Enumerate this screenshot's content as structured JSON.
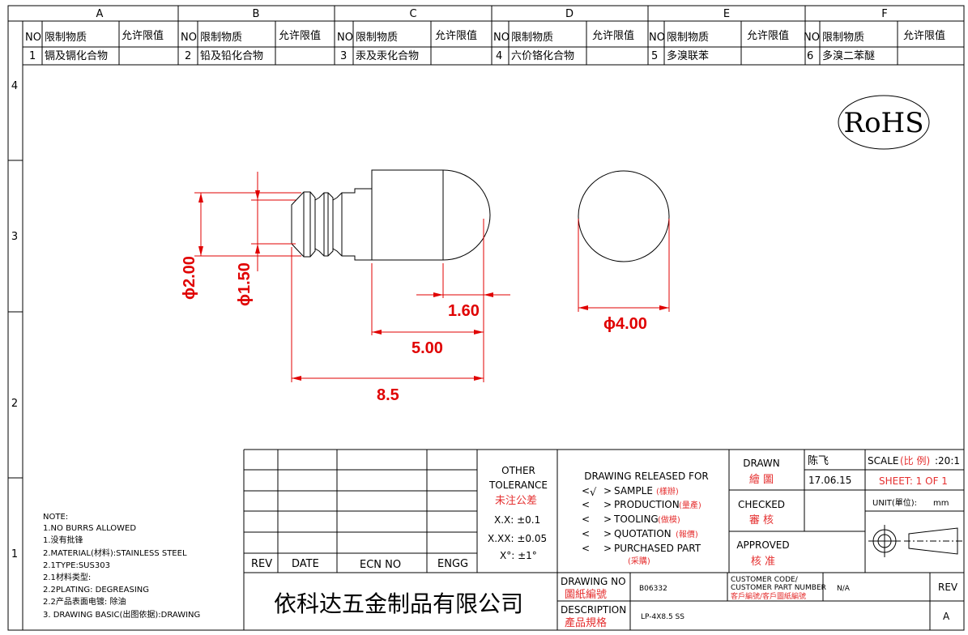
{
  "zones": {
    "columns": [
      "A",
      "B",
      "C",
      "D",
      "E",
      "F"
    ],
    "rows": [
      "4",
      "3",
      "2",
      "1"
    ]
  },
  "substance_table": {
    "headers": {
      "no": "NO",
      "substance": "限制物质",
      "limit": "允许限值"
    },
    "items": [
      {
        "no": "1",
        "name": "镉及镉化合物"
      },
      {
        "no": "2",
        "name": "铅及铅化合物"
      },
      {
        "no": "3",
        "name": "汞及汞化合物"
      },
      {
        "no": "4",
        "name": "六价铬化合物"
      },
      {
        "no": "5",
        "name": "多溴联苯"
      },
      {
        "no": "6",
        "name": "多溴二苯醚"
      }
    ]
  },
  "rohs_mark": "RoHS",
  "dimensions": {
    "d200": "ϕ2.00",
    "d150": "ϕ1.50",
    "l160": "1.60",
    "l500": "5.00",
    "l85": "8.5",
    "d400": "ϕ4.00"
  },
  "notes": [
    "NOTE:",
    "1.NO BURRS ALLOWED",
    "1.没有批锋",
    "2.MATERIAL(材料):STAINLESS STEEL",
    "2.1TYPE:SUS303",
    "2.1材料类型:",
    "2.2PLATING: DEGREASING",
    "2.2产品表面电镀: 除油",
    "3. DRAWING BASIC(出图依据):DRAWING"
  ],
  "revision_table": {
    "rev": "REV",
    "date": "DATE",
    "ecn": "ECN NO",
    "engg": "ENGG"
  },
  "tolerance": {
    "title1": "OTHER",
    "title2": "TOLERANCE",
    "title_cn": "未注公差",
    "x1": "X.X: ±0.1",
    "x2": "X.XX: ±0.05",
    "angle": "X°: ±1°"
  },
  "release": {
    "title": "DRAWING RELEASED FOR",
    "check": "√",
    "items": [
      {
        "en": "SAMPLE",
        "cn": "(樣辦)"
      },
      {
        "en": "PRODUCTION",
        "cn": "(量產)"
      },
      {
        "en": "TOOLING",
        "cn": "(做模)"
      },
      {
        "en": "QUOTATION",
        "cn": "(報價)"
      },
      {
        "en": "PURCHASED PART",
        "cn": "(采購)"
      }
    ]
  },
  "title_block": {
    "drawn_label": "DRAWN",
    "drawn_cn": "繪 圖",
    "drawn_name": "陈飞",
    "drawn_date": "17.06.15",
    "checked_label": "CHECKED",
    "checked_cn": "審 核",
    "approved_label": "APPROVED",
    "approved_cn": "核 准",
    "scale_label": "SCALE",
    "scale_cn": "(比 例)",
    "scale_value": ":20:1",
    "sheet": "SHEET:  1 OF 1",
    "unit_label": "UNIT(單位):",
    "unit_value": "mm",
    "company": "依科达五金制品有限公司",
    "drawing_no_label": "DRAWING NO",
    "drawing_no_cn": "圖紙編號",
    "drawing_no": "B06332",
    "customer_code_label1": "CUSTOMER CODE/",
    "customer_code_label2": "CUSTOMER PART NUMBER",
    "customer_code_cn": "客戶編號/客戶圖紙編號",
    "customer_code_value": "N/A",
    "rev_label": "REV",
    "rev_value": "A",
    "description_label": "DESCRIPTION",
    "description_cn": "產品規格",
    "description_value": "LP-4X8.5 SS"
  },
  "colors": {
    "dimension": "#e00000",
    "cn_label": "#e53030"
  }
}
